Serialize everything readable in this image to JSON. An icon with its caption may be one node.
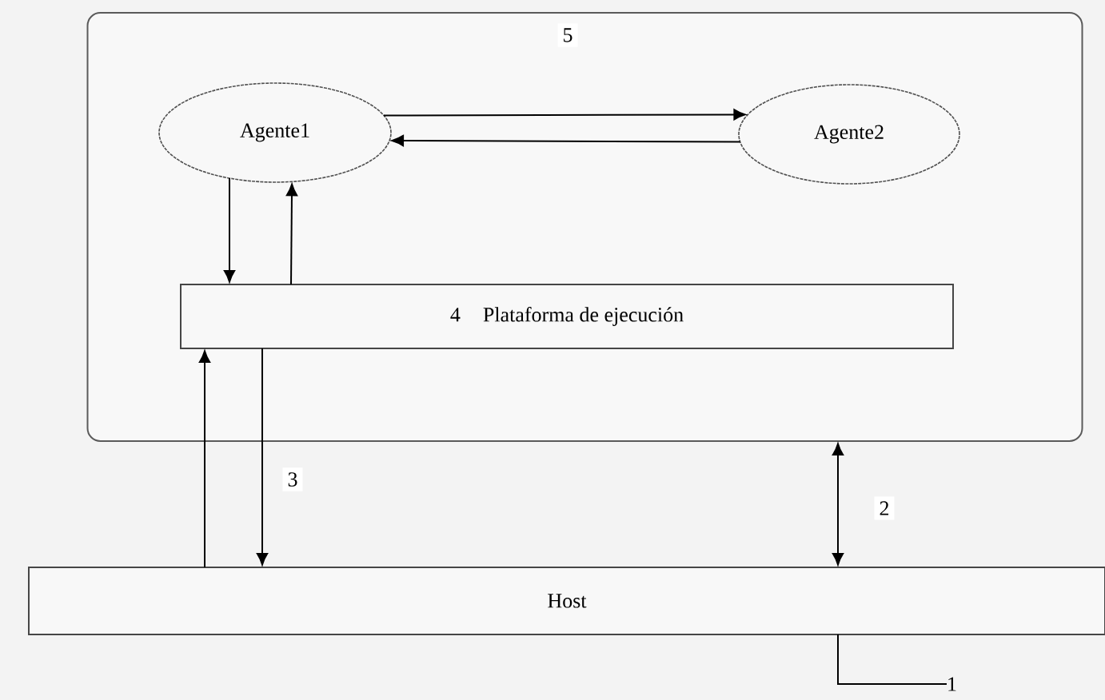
{
  "diagram": {
    "nodes": [
      {
        "text": [],
        "shape": "box"
      },
      {
        "text": [
          "Agente1"
        ],
        "in": 0
      },
      {
        "text": [
          "Agente2"
        ],
        "in": 0
      },
      {
        "text": [
          "4",
          "Plataforma de ejecución"
        ],
        "in": 0
      },
      {
        "text": [
          "Host"
        ]
      },
      {
        "text": [
          "1"
        ]
      }
    ],
    "edges": [
      {
        "from": 1,
        "to": 2,
        "arrow": "to",
        "label": "5"
      },
      {
        "from": 2,
        "to": 1,
        "arrow": "to"
      },
      {
        "from": 1,
        "to": 3,
        "arrow": "to"
      },
      {
        "from": 3,
        "to": 1,
        "arrow": "to"
      },
      {
        "from": 4,
        "to": 3,
        "arrow": "to"
      },
      {
        "from": 3,
        "to": 4,
        "arrow": "to",
        "label": "3"
      },
      {
        "from": 4,
        "to": 0,
        "arrow": "both",
        "label": "2"
      },
      {
        "from": 5,
        "to": 4,
        "arrow": "none"
      }
    ]
  }
}
